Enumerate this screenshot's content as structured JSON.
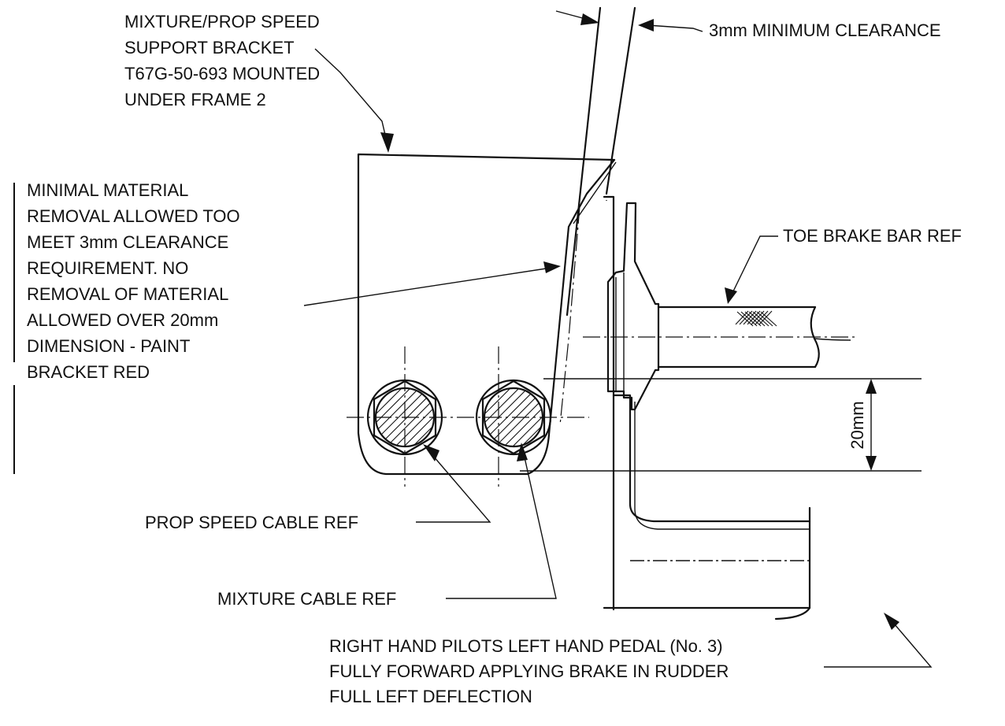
{
  "labels": {
    "mixture_bracket": [
      "MIXTURE/PROP SPEED",
      "SUPPORT BRACKET",
      "T67G-50-693 MOUNTED",
      "UNDER FRAME 2"
    ],
    "clearance": "3mm MINIMUM CLEARANCE",
    "material_removal": [
      "MINIMAL MATERIAL",
      "REMOVAL ALLOWED TOO",
      "MEET 3mm CLEARANCE",
      "REQUIREMENT.  NO",
      "REMOVAL OF MATERIAL",
      "ALLOWED OVER 20mm",
      "DIMENSION - PAINT",
      "BRACKET RED"
    ],
    "toe_brake": "TOE BRAKE BAR REF",
    "dimension": "20mm",
    "prop_speed_cable": "PROP SPEED CABLE REF",
    "mixture_cable": "MIXTURE CABLE REF",
    "pedal_note": [
      "RIGHT HAND PILOTS LEFT HAND PEDAL (No. 3)",
      "FULLY FORWARD APPLYING BRAKE IN RUDDER",
      "FULL LEFT DEFLECTION"
    ]
  },
  "colors": {
    "line": "#111111",
    "background": "#ffffff"
  }
}
